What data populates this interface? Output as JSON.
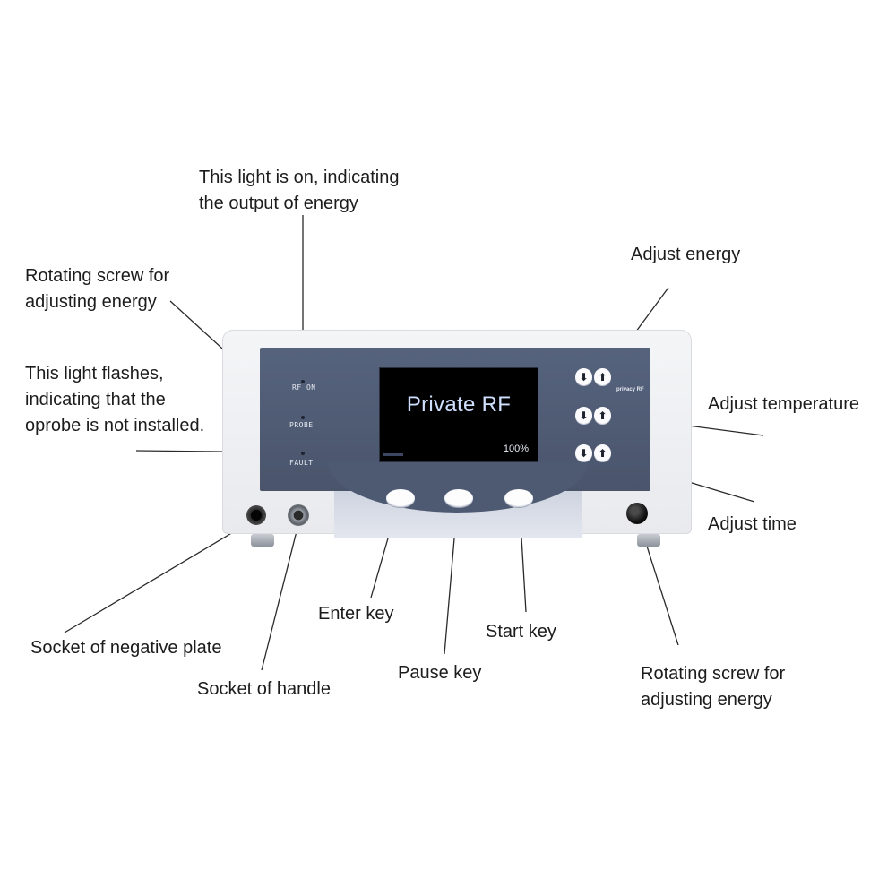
{
  "annotations": {
    "rf_on_light": "This light is on, indicating\nthe output of energy",
    "rotating_screw_left": "Rotating screw for\nadjusting energy",
    "probe_light": "This light flashes,\nindicating that the\noprobe is not installed.",
    "adjust_energy": "Adjust energy",
    "adjust_temperature": "Adjust temperature",
    "adjust_time": "Adjust time",
    "enter_key": "Enter key",
    "start_key": "Start key",
    "pause_key": "Pause key",
    "socket_negative_plate": "Socket of negative plate",
    "socket_handle": "Socket of handle",
    "rotating_screw_right": "Rotating screw for\nadjusting energy"
  },
  "device": {
    "screen_title": "Private RF",
    "screen_percent": "100%",
    "indicator_rf_on": "RF ON",
    "indicator_probe": "PROBE",
    "indicator_fault": "FAULT",
    "brand": "privacy RF",
    "arrow_down": "⬇",
    "arrow_up": "⬆"
  },
  "colors": {
    "panel": "#4f5b73",
    "screen_bg": "#000000",
    "screen_text": "#cfe0ff",
    "shell": "#eeeff2"
  }
}
